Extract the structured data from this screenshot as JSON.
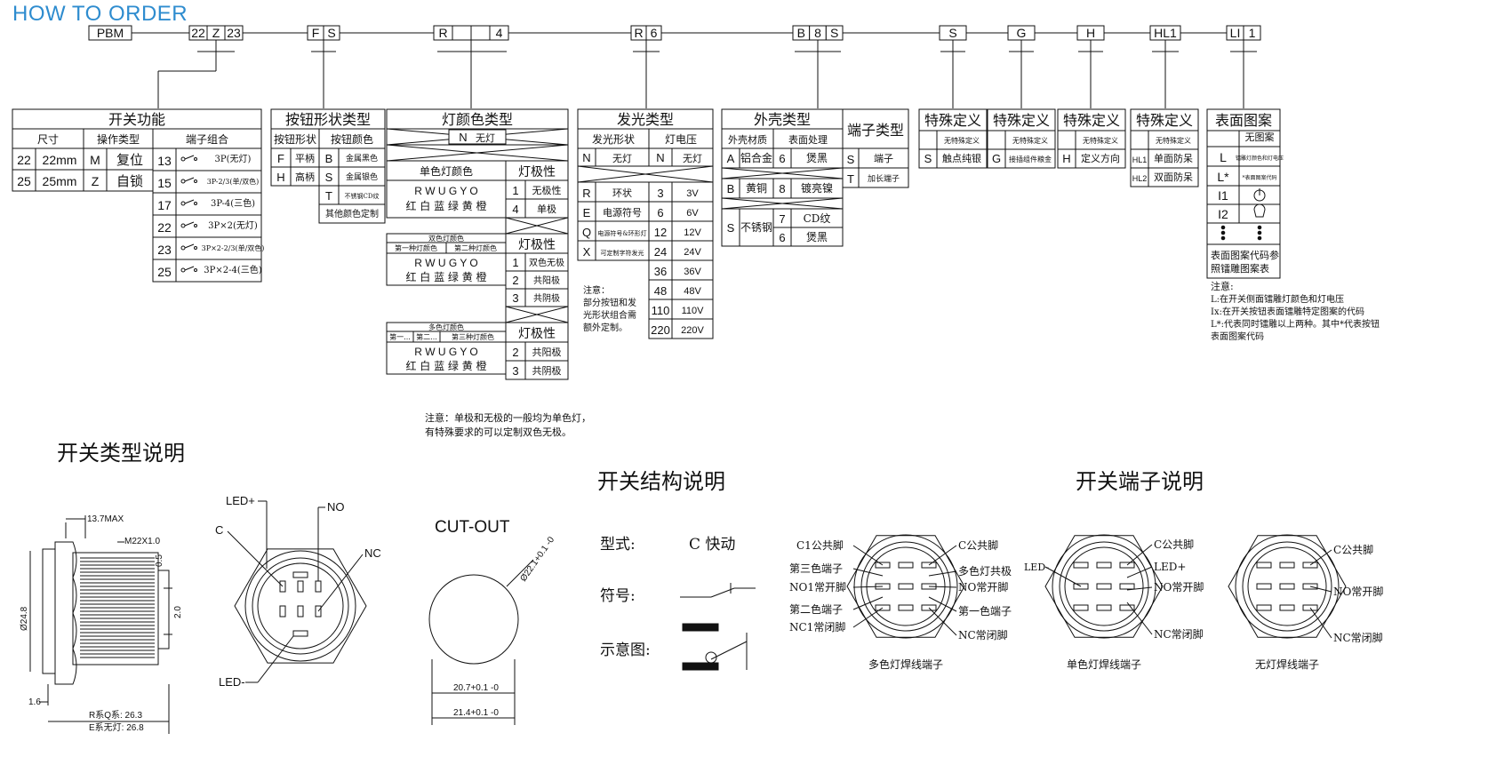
{
  "header": {
    "title": "HOW TO ORDER"
  },
  "code_boxes": [
    {
      "parts": [
        "PBM"
      ]
    },
    {
      "parts": [
        "22",
        "Z",
        "23"
      ]
    },
    {
      "parts": [
        "F",
        "S"
      ]
    },
    {
      "parts": [
        "R",
        "",
        "",
        "4"
      ]
    },
    {
      "parts": [
        "R",
        "6"
      ]
    },
    {
      "parts": [
        "B",
        "8",
        "S"
      ]
    },
    {
      "parts": [
        "S"
      ]
    },
    {
      "parts": [
        "G"
      ]
    },
    {
      "parts": [
        "H"
      ]
    },
    {
      "parts": [
        "HL1"
      ]
    },
    {
      "parts": [
        "LI",
        "1"
      ]
    }
  ],
  "switch_function": {
    "title": "开关功能",
    "headers": [
      "尺寸",
      "操作类型",
      "端子组合"
    ],
    "sizes": [
      [
        "22",
        "22mm"
      ],
      [
        "25",
        "25mm"
      ]
    ],
    "operations": [
      [
        "M",
        "复位"
      ],
      [
        "Z",
        "自锁"
      ]
    ],
    "terminals": [
      {
        "code": "13",
        "label": "3P(无灯)"
      },
      {
        "code": "15",
        "label": "3P-2/3(单/双色)"
      },
      {
        "code": "17",
        "label": "3P-4(三色)"
      },
      {
        "code": "22",
        "label": "3P×2(无灯)"
      },
      {
        "code": "23",
        "label": "3P×2-2/3(单/双色)"
      },
      {
        "code": "25",
        "label": "3P×2-4(三色)"
      }
    ]
  },
  "button_shape": {
    "title": "按钮形状类型",
    "headers": [
      "按钮形状",
      "按钮颜色"
    ],
    "shapes": [
      [
        "F",
        "平柄"
      ],
      [
        "H",
        "高柄"
      ]
    ],
    "colors": [
      [
        "B",
        "金属黑色"
      ],
      [
        "S",
        "金属银色"
      ],
      [
        "T",
        "不锈钢CD纹"
      ]
    ],
    "other": "其他颜色定制"
  },
  "lamp_color": {
    "title": "灯颜色类型",
    "none": [
      "N",
      "无灯"
    ],
    "single_label": "单色灯颜色",
    "polarity": "灯极性",
    "letters": "R W U G Y O",
    "names": "红 白 蓝 绿 黄 橙",
    "single_pol": [
      [
        "1",
        "无极性"
      ],
      [
        "4",
        "单极"
      ]
    ],
    "dual_label": "双色灯颜色",
    "dual_sub": [
      "第一种灯颜色",
      "第二种灯颜色"
    ],
    "dual_pol": [
      [
        "1",
        "双色无极"
      ],
      [
        "2",
        "共阳极"
      ],
      [
        "3",
        "共阴极"
      ]
    ],
    "multi_label": "多色灯颜色",
    "multi_sub": [
      "第一...",
      "第二...",
      "第三种灯颜色"
    ],
    "multi_pol": [
      [
        "2",
        "共阳极"
      ],
      [
        "3",
        "共阴极"
      ]
    ],
    "note1": "注意：单极和无极的一般均为单色灯，",
    "note2": "有特殊要求的可以定制双色无极。"
  },
  "lighting": {
    "title": "发光类型",
    "headers": [
      "发光形状",
      "灯电压"
    ],
    "none": [
      [
        "N",
        "无灯"
      ],
      [
        "N",
        "无灯"
      ]
    ],
    "shapes": [
      [
        "R",
        "环状"
      ],
      [
        "E",
        "电源符号"
      ],
      [
        "Q",
        "电源符号&环形灯"
      ],
      [
        "X",
        "可定制字符发光"
      ]
    ],
    "voltages": [
      [
        "3",
        "3V"
      ],
      [
        "6",
        "6V"
      ],
      [
        "12",
        "12V"
      ],
      [
        "24",
        "24V"
      ],
      [
        "36",
        "36V"
      ],
      [
        "48",
        "48V"
      ],
      [
        "110",
        "110V"
      ],
      [
        "220",
        "220V"
      ]
    ],
    "note": [
      "注意：",
      "部分按钮和发",
      "光形状组合需",
      "额外定制。"
    ]
  },
  "shell": {
    "title": "外壳类型",
    "headers": [
      "外壳材质",
      "表面处理"
    ],
    "materials": [
      [
        "A",
        "铝合金"
      ],
      [
        "B",
        "黄铜"
      ],
      [
        "S",
        "不锈钢"
      ]
    ],
    "finishes": [
      [
        "6",
        "煲黑"
      ],
      [
        "8",
        "镀亮镍"
      ],
      [
        "7",
        "CD纹"
      ],
      [
        "6",
        "煲黑"
      ]
    ]
  },
  "terminal_type": {
    "title": "端子类型",
    "rows": [
      [
        "S",
        "端子"
      ],
      [
        "T",
        "加长端子"
      ]
    ]
  },
  "special_defs": [
    {
      "title": "特殊定义",
      "rows": [
        [
          "",
          "无特殊定义"
        ],
        [
          "S",
          "触点纯银"
        ]
      ]
    },
    {
      "title": "特殊定义",
      "rows": [
        [
          "",
          "无特殊定义"
        ],
        [
          "G",
          "接插组件粮金"
        ]
      ]
    },
    {
      "title": "特殊定义",
      "rows": [
        [
          "",
          "无特殊定义"
        ],
        [
          "H",
          "定义方向"
        ]
      ]
    },
    {
      "title": "特殊定义",
      "rows": [
        [
          "",
          "无特殊定义"
        ],
        [
          "HL1",
          "单面防呆"
        ],
        [
          "HL2",
          "双面防呆"
        ]
      ]
    }
  ],
  "surface_pattern": {
    "title": "表面图案",
    "rows": [
      [
        "",
        "无图案"
      ],
      [
        "L",
        "镭雕灯颜色和灯电压"
      ],
      [
        "L*",
        "*表面图案代码"
      ],
      [
        "I1",
        ""
      ],
      [
        "I2",
        ""
      ]
    ],
    "code_note": [
      "表面图案代码参",
      "照镭雕图案表"
    ],
    "notes": [
      "注意:",
      "L:在开关侧面镭雕灯颜色和灯电压",
      "Ix:在开关按钮表面镭雕特定图案的代码",
      "L*:代表同时镭雕以上两种。其中*代表按钮",
      "表面图案代码"
    ]
  },
  "section_switch_type": {
    "title": "开关类型说明",
    "dims": [
      "13.7MAX",
      "M22X1.0",
      "0.5",
      "2.0",
      "Ø24.8",
      "1.6",
      "R系Q系: 26.3",
      "E系无灯: 26.8"
    ],
    "pins": [
      "LED+",
      "NO",
      "C",
      "NC",
      "LED-"
    ],
    "cutout": "CUT-OUT",
    "cutout_dims": [
      "Ø22.1+0.1 -0",
      "20.7+0.1 -0",
      "21.4+0.1 -0"
    ]
  },
  "section_structure": {
    "title": "开关结构说明",
    "type_label": "型式:",
    "type_value": "C  快动",
    "symbol_label": "符号:",
    "schematic_label": "示意图:"
  },
  "section_terminals": {
    "title": "开关端子说明",
    "multi": {
      "caption": "多色灯焊线端子",
      "left": [
        "C1公共脚",
        "第三色端子",
        "NO1常开脚",
        "第二色端子",
        "NC1常闭脚"
      ],
      "right": [
        "C公共脚",
        "多色灯共极",
        "NO常开脚",
        "第一色端子",
        "NC常闭脚"
      ]
    },
    "single": {
      "caption": "单色灯焊线端子",
      "left": [
        "LED-"
      ],
      "right": [
        "C公共脚",
        "LED+",
        "NO常开脚",
        "NC常闭脚"
      ]
    },
    "none": {
      "caption": "无灯焊线端子",
      "right": [
        "C公共脚",
        "NO常开脚",
        "NC常闭脚"
      ]
    }
  },
  "colors": {
    "title_blue": "#2e8ccf",
    "line": "#111111"
  }
}
